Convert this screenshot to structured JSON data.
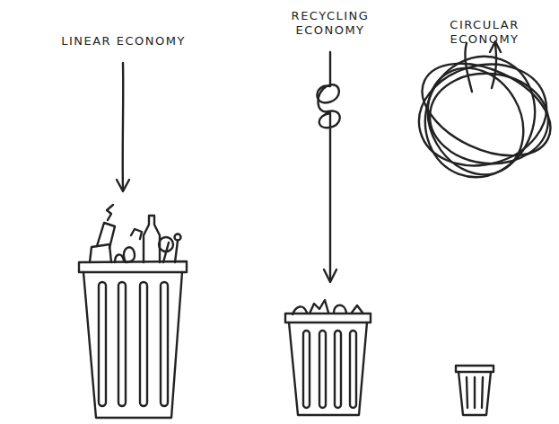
{
  "diagram": {
    "labels": [
      "LINEAR ECONOMY",
      "RECYCLING ECONOMY",
      "CIRCULAR ECONOMY"
    ]
  }
}
